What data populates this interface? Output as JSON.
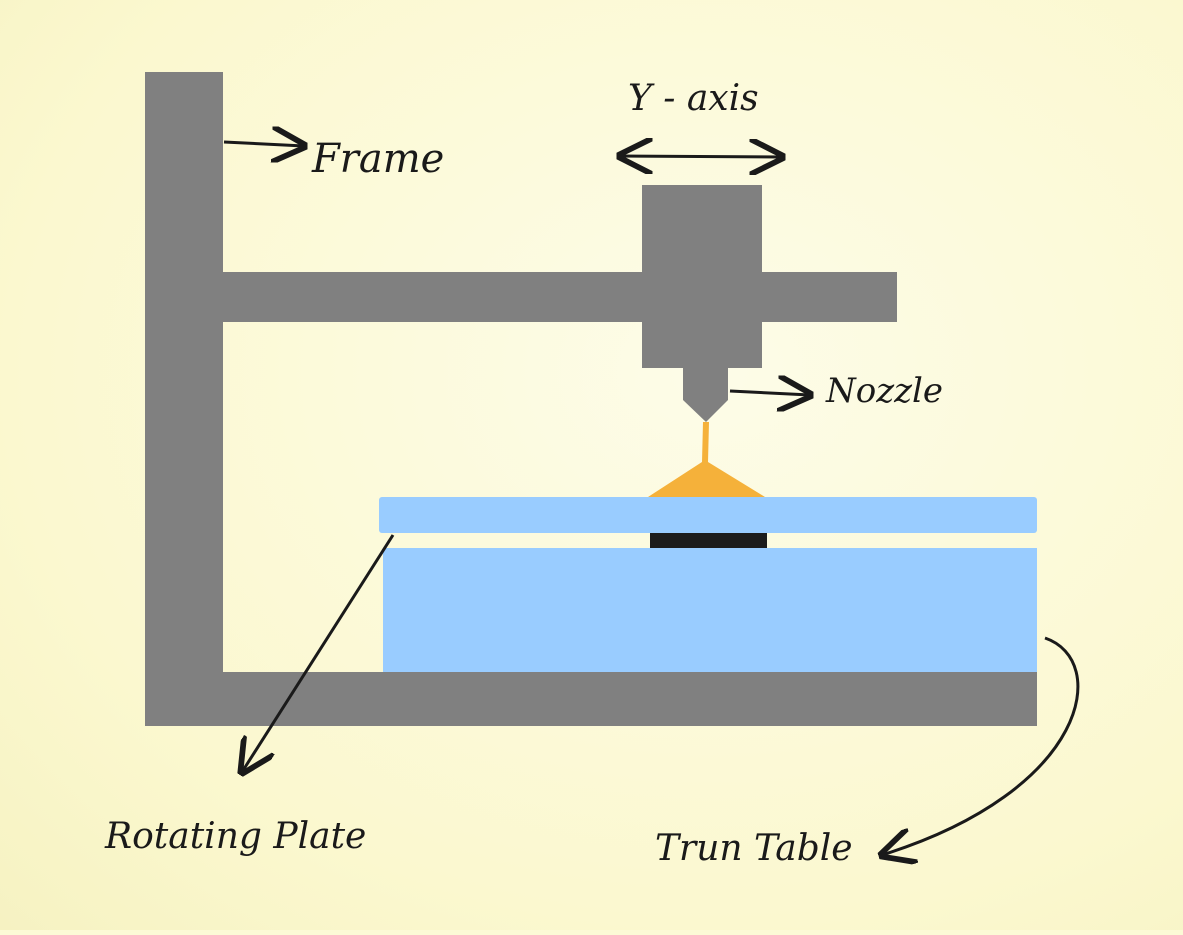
{
  "title": "3D printer schematic",
  "labels": {
    "frame": "Frame",
    "y_axis": "Y - axis",
    "nozzle": "Nozzle",
    "rotating_plate": "Rotating Plate",
    "turn_table": "Trun Table"
  },
  "colors": {
    "frame": "#808080",
    "plate": "#99ccff",
    "filament": "#f5b13a",
    "spacer": "#1c1c1c",
    "ink": "#1a1a1a",
    "background": "#fcfad6"
  }
}
